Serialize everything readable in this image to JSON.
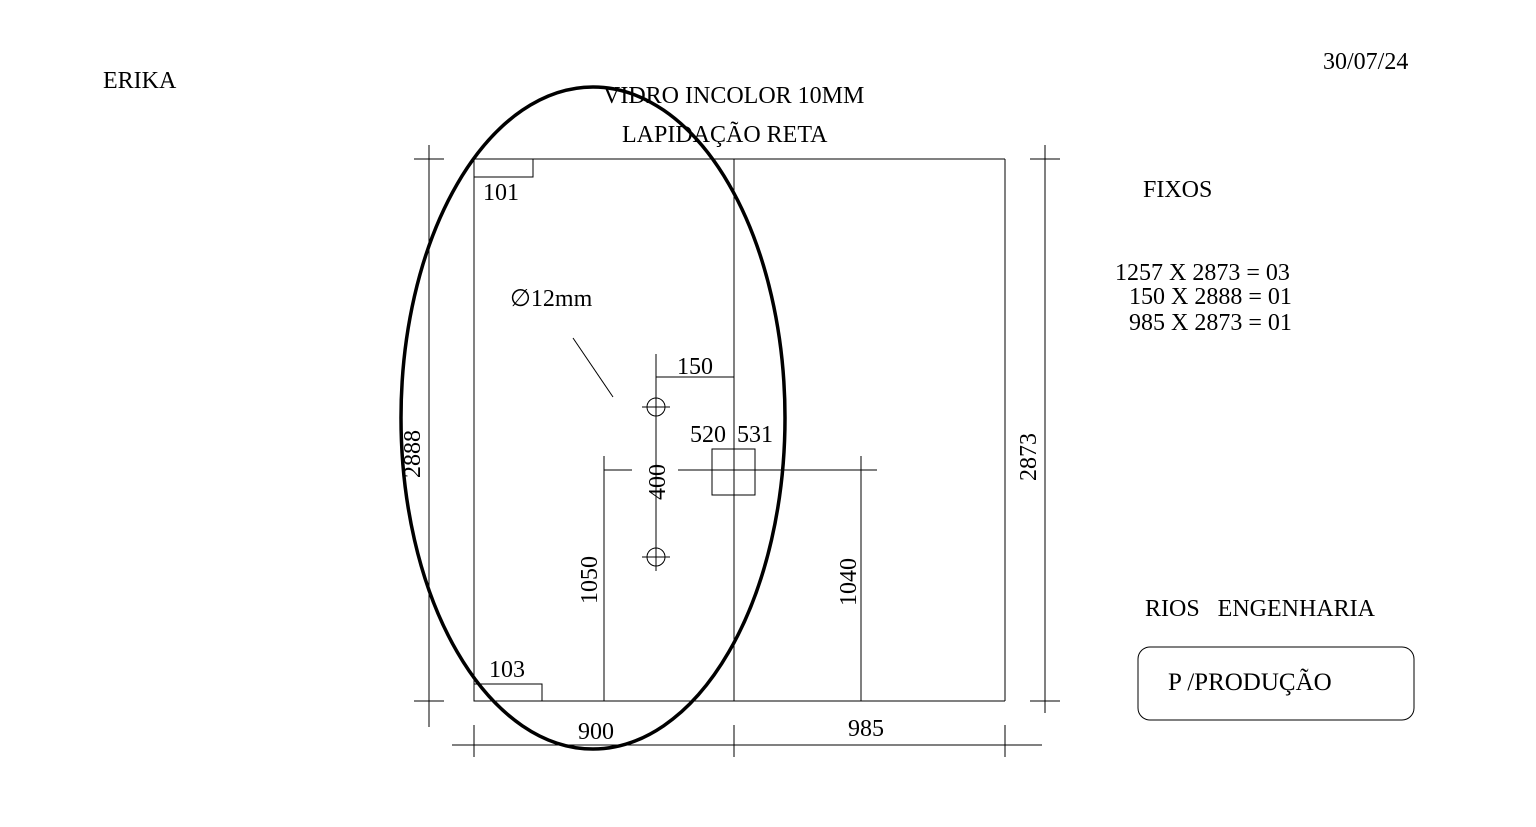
{
  "header": {
    "client": "ERIKA",
    "date": "30/07/24",
    "title_line1": "VIDRO INCOLOR 10MM",
    "title_line2": "LAPIDAÇÃO RETA"
  },
  "drawing": {
    "dims": {
      "corner_top": "101",
      "corner_bottom": "103",
      "hole_diameter": "∅12mm",
      "hole_offset": "150",
      "box_w1": "520",
      "box_w2": "531",
      "hole_spacing": "400",
      "height_left_inner": "1050",
      "height_right_inner": "1040",
      "height_left": "2888",
      "height_right": "2873",
      "width_left": "900",
      "width_right": "985"
    }
  },
  "side": {
    "fixed_title": "FIXOS",
    "fixed_list": [
      "1257 X 2873 = 03",
      "150 X 2888 = 01",
      "985 X 2873 = 01"
    ],
    "company": "RIOS   ENGENHARIA",
    "production_label": "P /PRODUÇÃO"
  }
}
